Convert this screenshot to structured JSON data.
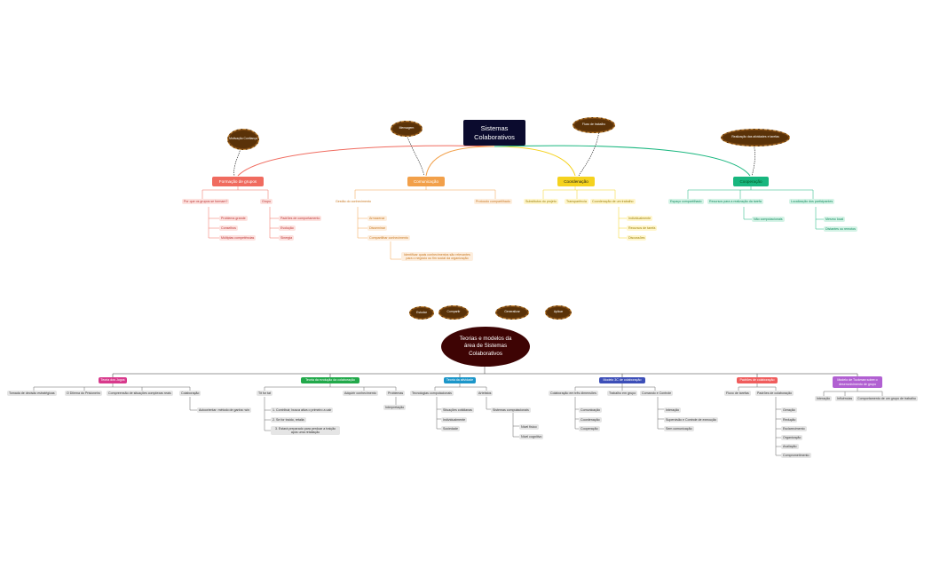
{
  "colors": {
    "red": "#f06b5f",
    "orange": "#f2a04a",
    "yellow": "#f5d21e",
    "green": "#18b67e",
    "pink": "#d83a8c",
    "lime": "#22a94b",
    "teal": "#1c96c9",
    "blue": "#3d4fb8",
    "coral": "#f05d5d",
    "purple": "#b160d2",
    "central1": "#0b0b2e",
    "central2": "#3e0404",
    "cloud": "#5a3208"
  },
  "map1": {
    "central": "Sistemas Colaborativos",
    "clouds": [
      "Motivação Confiança",
      "Mensagem",
      "Fluxo de trabalho",
      "Realização das atividades e tarefas"
    ],
    "groups": {
      "formacao": {
        "label": "Formação de grupos",
        "b1": "Por que os grupos se formam?",
        "b1_items": [
          "Problema grande",
          "Conselhos",
          "Múltiplas competências"
        ],
        "b2": "Grupo",
        "b2_items": [
          "Padrões de comportamento",
          "Evolução",
          "Sinergia"
        ]
      },
      "comunicacao": {
        "label": "Comunicação",
        "b1": "Gestão do conhecimento",
        "b1_items": [
          "Armazenar",
          "Disseminar",
          "Compartilhar conhecimento"
        ],
        "note": "Identificar quais conhecimentos são relevantes para o negócio ou fim social da organização",
        "b2": "Protocolo compartilhado"
      },
      "coordenacao": {
        "label": "Coordenação",
        "b1": "Substitutos do projeto",
        "b2": "Transparência",
        "b3": "Coordenação de um trabalho",
        "b3_items": [
          "Individualmente",
          "Recursos de tarefa",
          "Discussões"
        ]
      },
      "cooperacao": {
        "label": "Cooperação",
        "b1": "Espaço compartilhado",
        "b2": "Recursos para a realização da tarefa",
        "b2_items": [
          "Não computacionais"
        ],
        "b3": "Localização dos participantes",
        "b3_items": [
          "Mesmo local",
          "Distantes ou remotos"
        ]
      }
    }
  },
  "map2": {
    "central": "Teorias e modelos da área de Sistemas Colaborativos",
    "clouds": [
      "Estudar",
      "Compartir",
      "Generalizar",
      "Aplicar"
    ],
    "groups": {
      "jogos": {
        "label": "Teoria dos Jogos",
        "items": [
          "Tomada de decisão estratégicas",
          "O Dilema do Prisioneiro",
          "Compreensão de situações complexas reais",
          "Colaboração"
        ],
        "sub": "Autoorientar: método de ganha: win"
      },
      "evolucao": {
        "label": "Teoria da evolução da colaboração",
        "b1": "Tit for tat",
        "b1_items": [
          "1. Contribuir, busca ativa o primeiro a cair",
          "2. Se for traído, retalia",
          "3. Estará preparado para perdoar a traição após uma retaliação"
        ],
        "b2": "Adquirir conhecimento",
        "b3": "Problemas",
        "b3_items": [
          "Interpretação"
        ]
      },
      "atividade": {
        "label": "Teoria da atividade",
        "b1": "Tecnologias computacionais",
        "b1_items": [
          "Situações cotidianas",
          "Individualmente",
          "Sociedade"
        ],
        "b2": "Artefatos",
        "b2_items": [
          "Sistemas computacionais"
        ],
        "b2_sub": [
          "Nível físico",
          "Nível cognitivo"
        ]
      },
      "modelo3c": {
        "label": "Modelo 3C de colaboração",
        "b1": "Colaboração em três dimensões",
        "b1_items": [
          "Comunicação",
          "Coordenação",
          "Cooperação"
        ],
        "b2": "Trabalho em grupo",
        "b3": "Comando e Controle",
        "b3_items": [
          "Interação",
          "Supervisão e Controle de execução",
          "Sem comunicação"
        ]
      },
      "padroes": {
        "label": "Padrões de colaboração",
        "b1": "Fluxo de tarefas",
        "b2": "Padrões de colaboração",
        "b2_items": [
          "Geração",
          "Redução",
          "Esclarecimento",
          "Organização",
          "Avaliação",
          "Comprometimento"
        ]
      },
      "tuckman": {
        "label": "Modelo de Tuckman sobre o desenvolvimento de grupo",
        "items": [
          "Interação",
          "Influências",
          "Comportamento de um grupo de trabalho"
        ]
      }
    }
  }
}
